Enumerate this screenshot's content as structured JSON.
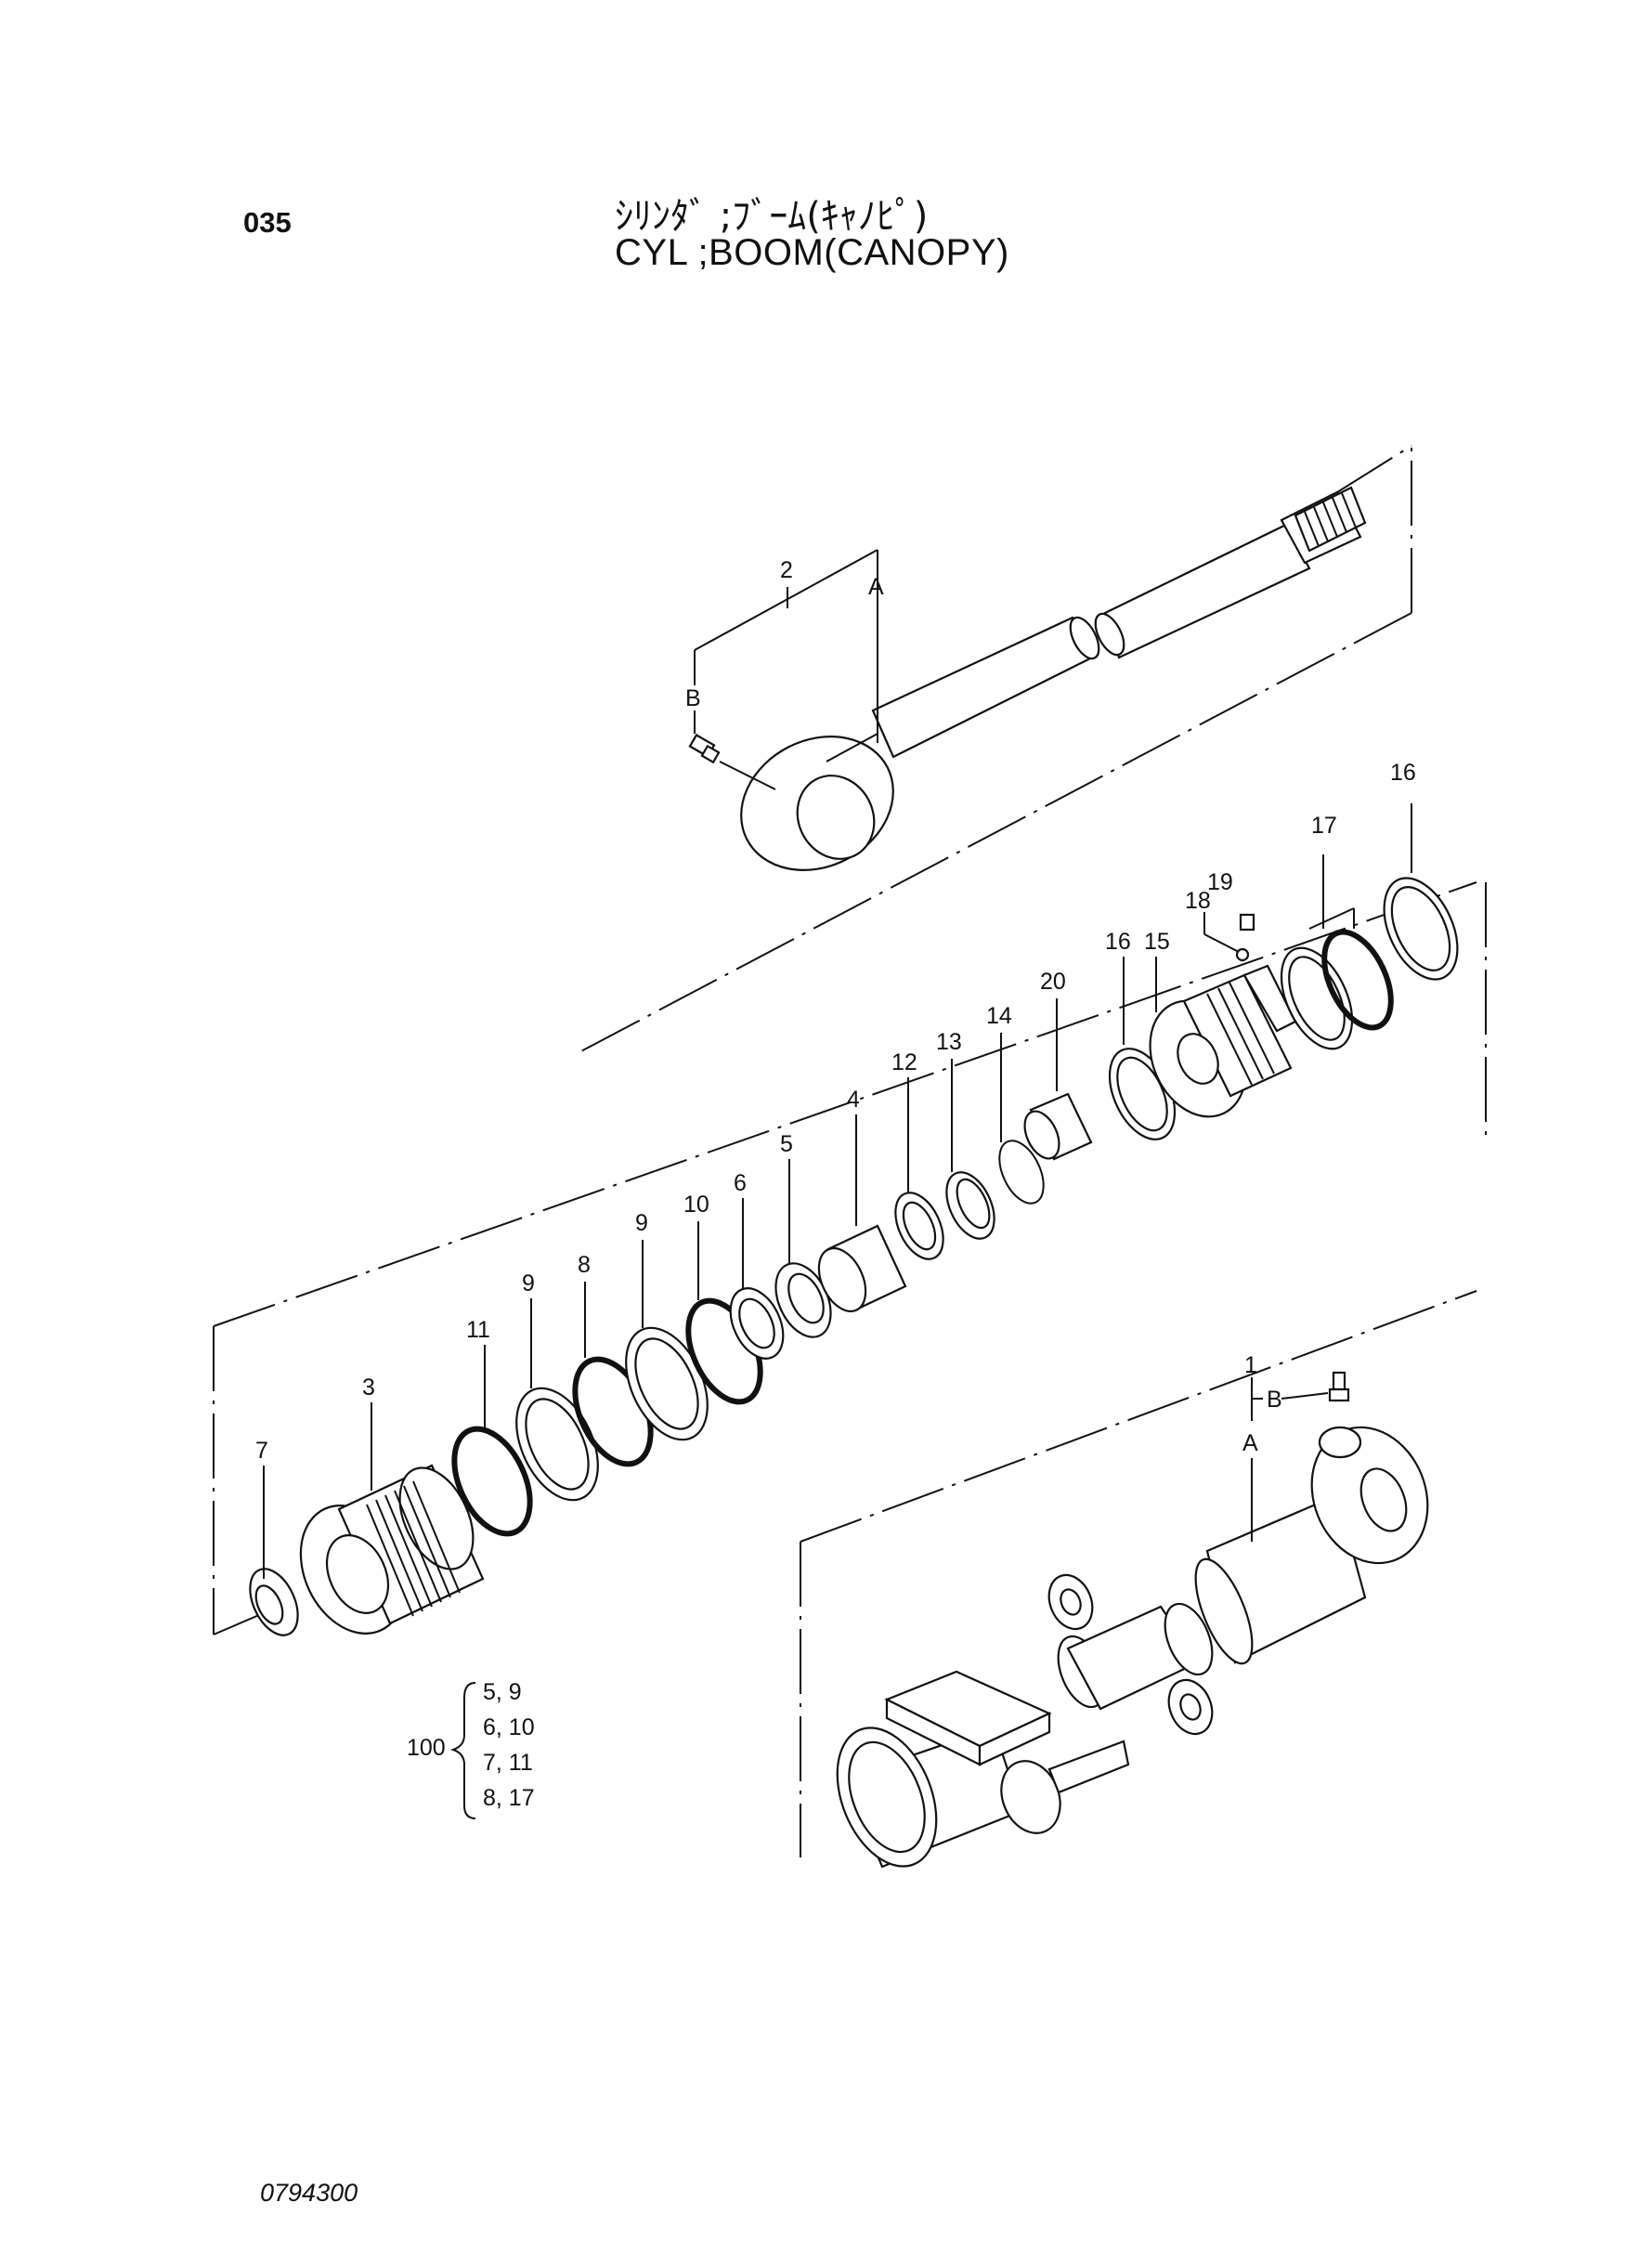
{
  "header": {
    "page_number": "035",
    "title_jp": "ｼﾘﾝﾀﾞ ;ﾌﾞｰﾑ(ｷｬﾉﾋﾟ)",
    "title_en": "CYL ;BOOM(CANOPY)"
  },
  "labels": {
    "p1": "1",
    "p2": "2",
    "p3": "3",
    "p4": "4",
    "p5": "5",
    "p6": "6",
    "p7": "7",
    "p8": "8",
    "p9a": "9",
    "p9b": "9",
    "p10": "10",
    "p11": "11",
    "p12": "12",
    "p13": "13",
    "p14": "14",
    "p15": "15",
    "p16a": "16",
    "p16b": "16",
    "p17": "17",
    "p18": "18",
    "p19": "19",
    "p20": "20",
    "a_rod": "A",
    "b_rod": "B",
    "a_tube": "A",
    "b_tube": "B"
  },
  "kit": {
    "number": "100",
    "rows": [
      "5,  9",
      "6,  10",
      "7,  11",
      "8,  17"
    ]
  },
  "footer": {
    "drawing_code": "0794300"
  }
}
